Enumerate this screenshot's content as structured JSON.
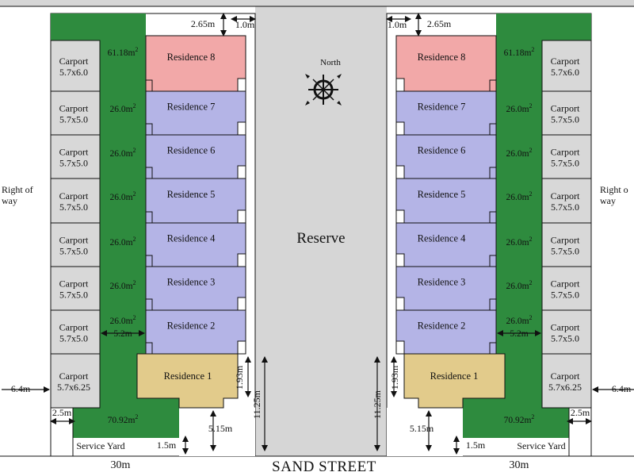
{
  "colors": {
    "road": "#d6d6d6",
    "garden": "#2e8b3e",
    "carport": "#d8d8d8",
    "residence_blue": "#b4b4e6",
    "residence_pink": "#f2a8a8",
    "residence_tan": "#e2cb8b",
    "outline": "#111111"
  },
  "labels": {
    "reserve": "Reserve",
    "street": "SAND STREET",
    "north": "North",
    "right_of_way_left": [
      "Right of",
      "way"
    ],
    "right_of_way_right": [
      "Right o",
      "way"
    ],
    "service_yard": "Service Yard"
  },
  "residences": [
    "Residence 8",
    "Residence 7",
    "Residence 6",
    "Residence 5",
    "Residence 4",
    "Residence 3",
    "Residence 2",
    "Residence 1"
  ],
  "areas": {
    "top": "61.18m",
    "mid": "26.0m",
    "bottom": "70.92m",
    "sup": "2"
  },
  "carports": {
    "label": "Carport",
    "sizes": [
      "5.7x6.0",
      "5.7x5.0",
      "5.7x5.0",
      "5.7x5.0",
      "5.7x5.0",
      "5.7x5.0",
      "5.7x5.0",
      "5.7x6.25"
    ]
  },
  "dimensions": {
    "d_2_65": "2.65m",
    "d_1_0": "1.0m",
    "d_5_2": "5.2m",
    "d_1_93": "1.93m",
    "d_11_25": "11.25m",
    "d_5_15": "5.15m",
    "d_1_5": "1.5m",
    "d_2_5": "2.5m",
    "d_6_4": "6.4m",
    "d_30": "30m"
  }
}
